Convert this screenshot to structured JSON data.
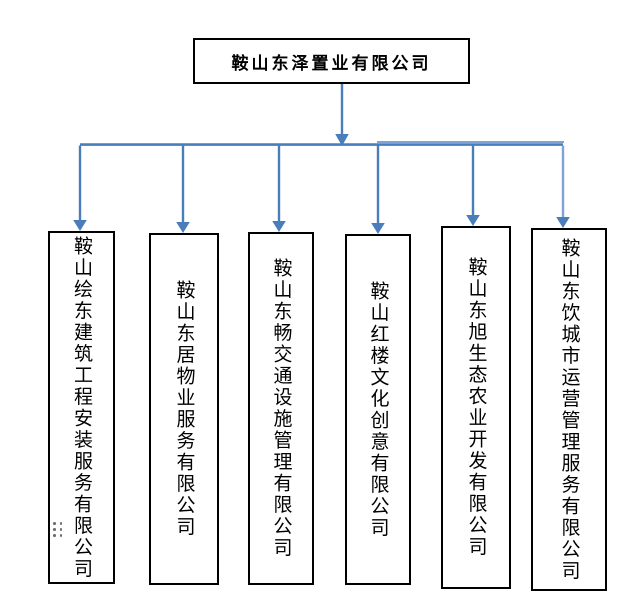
{
  "org_chart": {
    "root": {
      "label": "鞍山东泽置业有限公司"
    },
    "subsidiaries": [
      {
        "label": "鞍山绘东建筑工程安装服务有限公司"
      },
      {
        "label": "鞍山东居物业服务有限公司"
      },
      {
        "label": "鞍山东畅交通设施管理有限公司"
      },
      {
        "label": "鞍山红楼文化创意有限公司"
      },
      {
        "label": "鞍山东旭生态农业开发有限公司"
      },
      {
        "label": "鞍山东饮城市运营管理服务有限公司"
      }
    ],
    "colors": {
      "connector": "#4a7ebb",
      "connector_light": "#7fa3d4",
      "box_border": "#000000",
      "text": "#000000",
      "background": "#ffffff"
    },
    "icons": {
      "drag_handle": "drag-dots-icon"
    }
  }
}
